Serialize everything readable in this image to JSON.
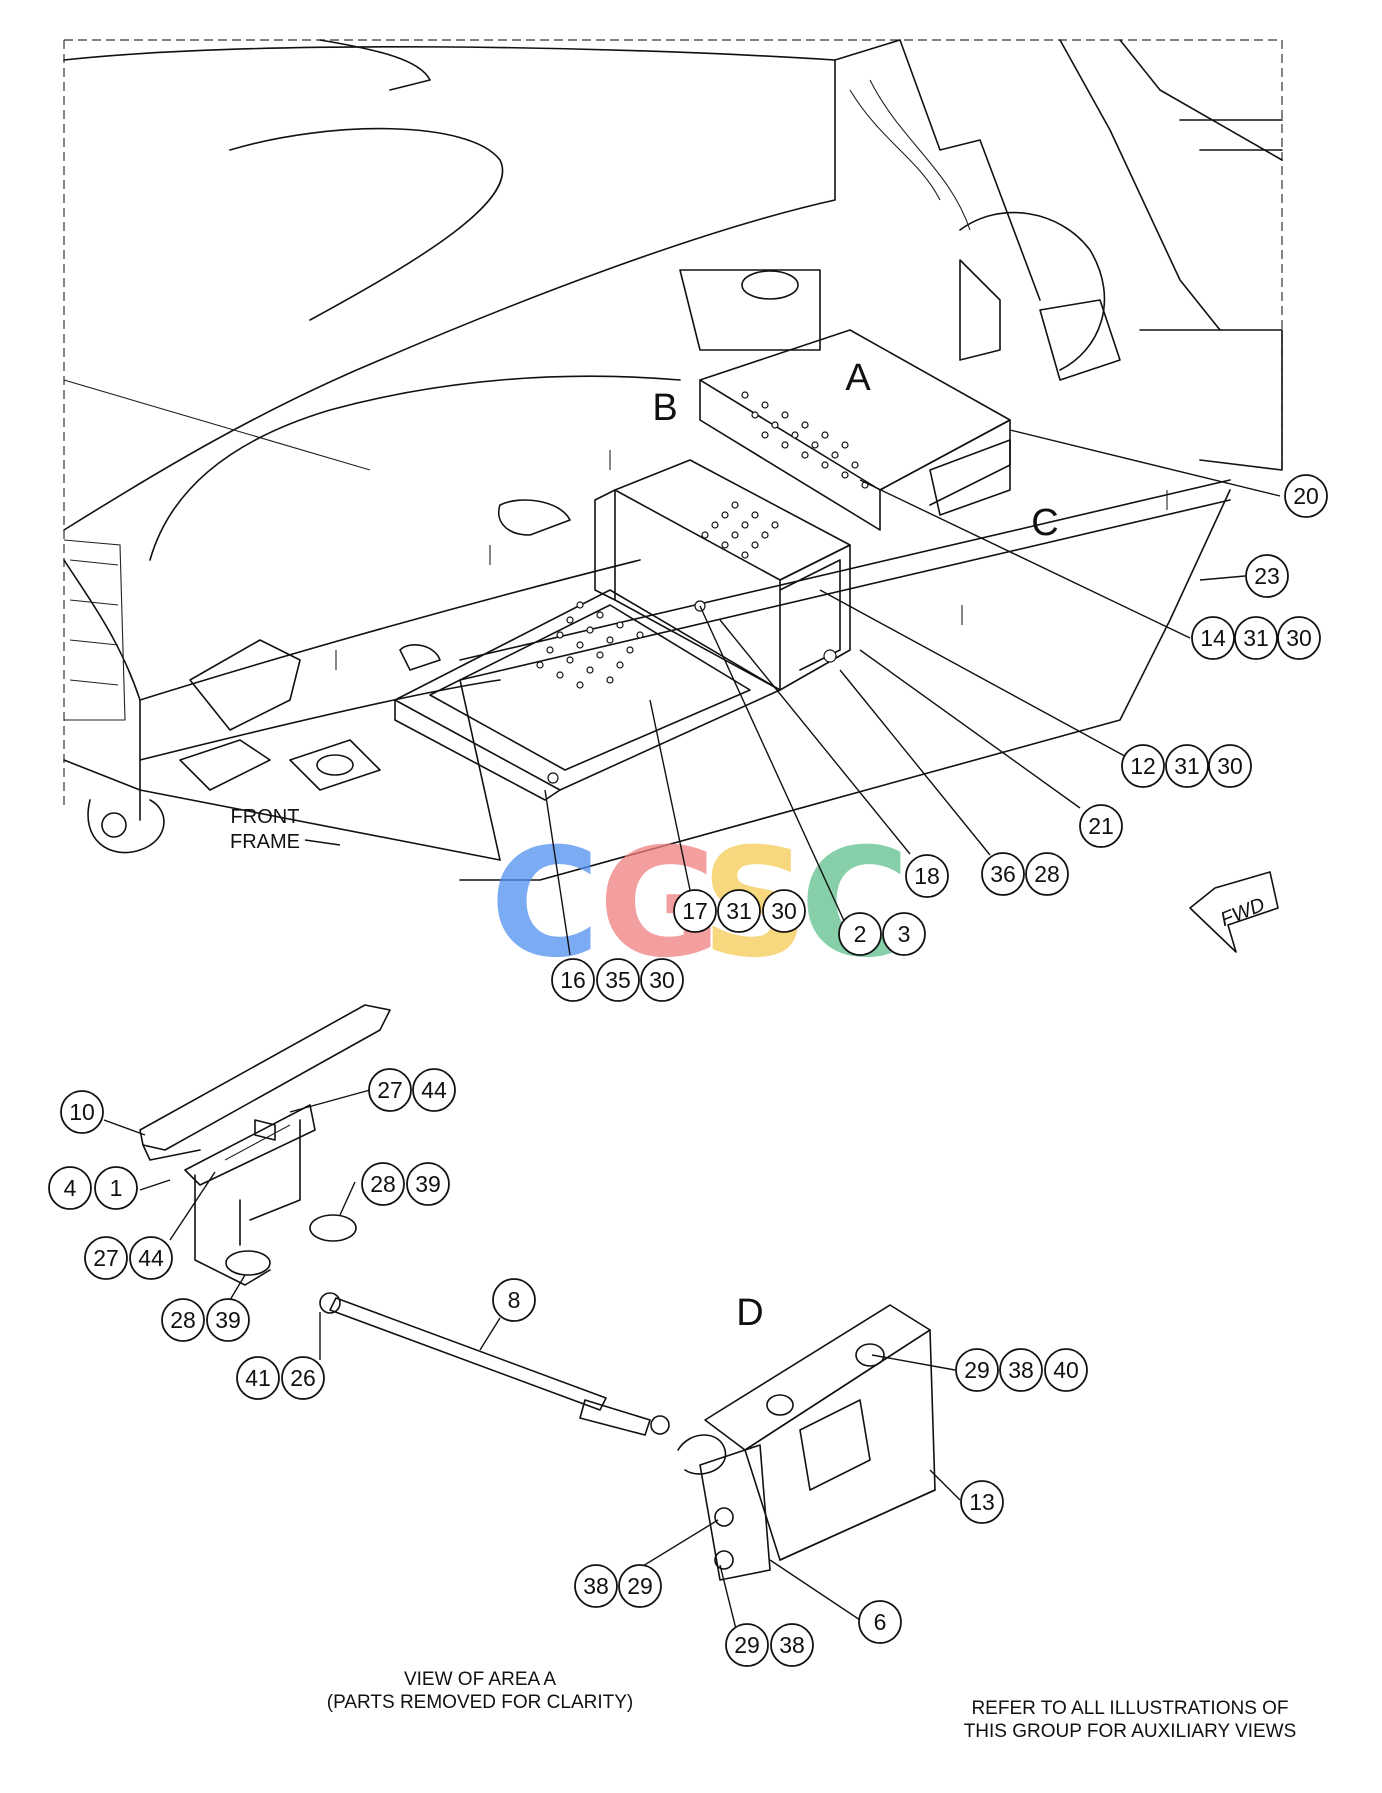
{
  "labels": {
    "view_a": "A",
    "view_b": "B",
    "view_c": "C",
    "view_d": "D",
    "front_frame_line1": "FRONT",
    "front_frame_line2": "FRAME",
    "fwd": "FWD"
  },
  "watermark": {
    "letters": [
      "C",
      "G",
      "S",
      "C"
    ],
    "colors": [
      "#4f8ff0",
      "#ef7f7f",
      "#f5cc55",
      "#5fbf8c"
    ]
  },
  "notes": {
    "view_area_line1": "VIEW OF AREA  A",
    "view_area_line2": "(PARTS REMOVED FOR CLARITY)",
    "refer_line1": "REFER TO ALL ILLUSTRATIONS OF",
    "refer_line2": "THIS GROUP FOR AUXILIARY VIEWS"
  },
  "balloons": {
    "b20": "20",
    "b23": "23",
    "b14": "14",
    "b14_31": "31",
    "b14_30": "30",
    "b12": "12",
    "b12_31": "31",
    "b12_30": "30",
    "b21": "21",
    "b36": "36",
    "b36_28": "28",
    "b18": "18",
    "b17": "17",
    "b17_31": "31",
    "b17_30": "30",
    "b2": "2",
    "b3": "3",
    "b16": "16",
    "b16_35": "35",
    "b16_30": "30",
    "b10": "10",
    "b27a": "27",
    "b44a": "44",
    "b4": "4",
    "b1": "1",
    "b28a": "28",
    "b39a": "39",
    "b27b": "27",
    "b44b": "44",
    "b28b": "28",
    "b39b": "39",
    "b8": "8",
    "b41": "41",
    "b26": "26",
    "b29a": "29",
    "b38a": "38",
    "b40": "40",
    "b13": "13",
    "b38b": "38",
    "b29b": "29",
    "b6": "6",
    "b29c": "29",
    "b38c": "38"
  }
}
